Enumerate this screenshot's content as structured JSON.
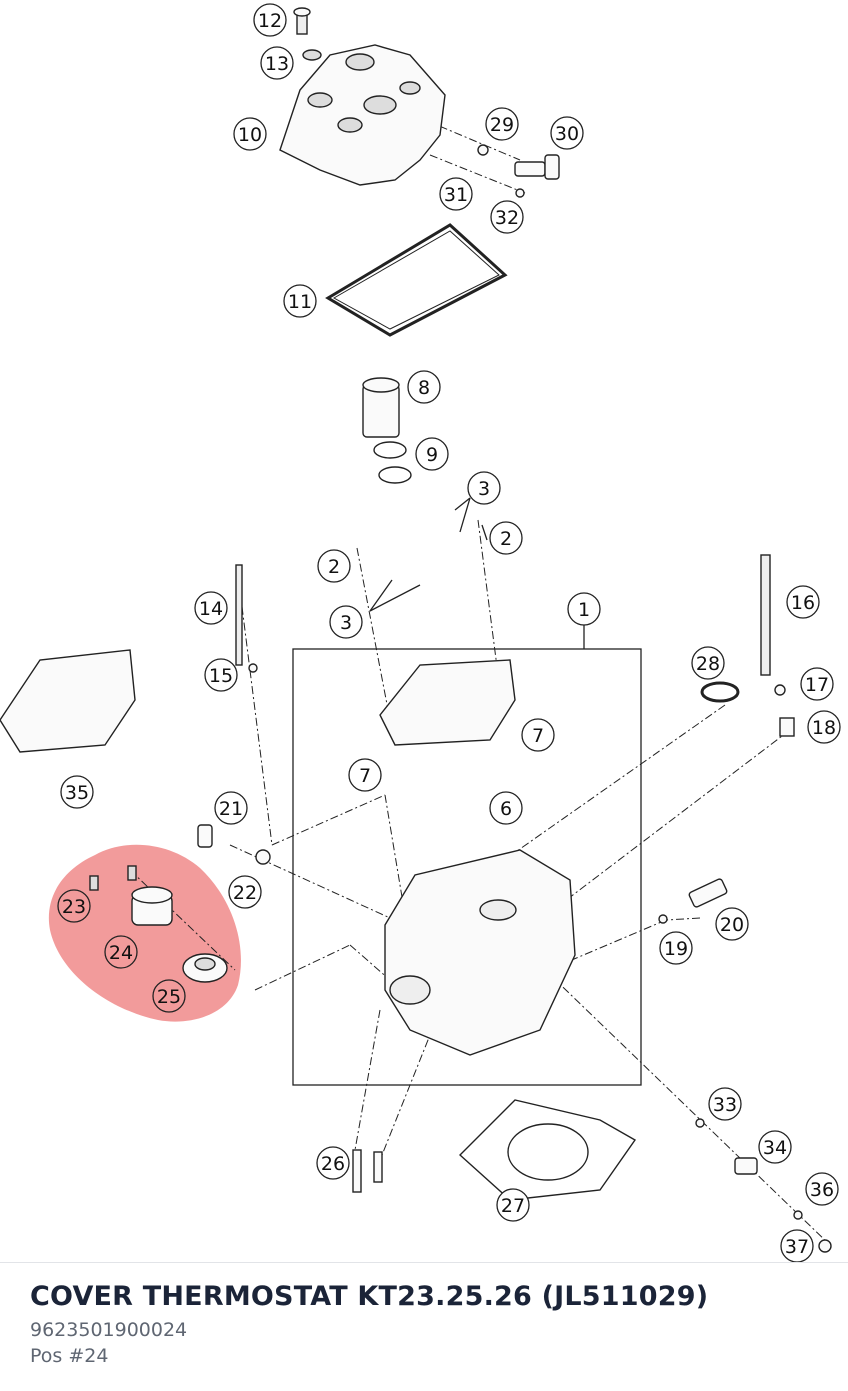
{
  "diagram": {
    "highlight_color": "#f08a8a",
    "line_color": "#222222",
    "callouts": [
      {
        "label": "1"
      },
      {
        "label": "2"
      },
      {
        "label": "2"
      },
      {
        "label": "3"
      },
      {
        "label": "3"
      },
      {
        "label": "6"
      },
      {
        "label": "7"
      },
      {
        "label": "7"
      },
      {
        "label": "8"
      },
      {
        "label": "9"
      },
      {
        "label": "10"
      },
      {
        "label": "11"
      },
      {
        "label": "12"
      },
      {
        "label": "13"
      },
      {
        "label": "14"
      },
      {
        "label": "15"
      },
      {
        "label": "16"
      },
      {
        "label": "17"
      },
      {
        "label": "18"
      },
      {
        "label": "19"
      },
      {
        "label": "20"
      },
      {
        "label": "21"
      },
      {
        "label": "22"
      },
      {
        "label": "23"
      },
      {
        "label": "24"
      },
      {
        "label": "25"
      },
      {
        "label": "26"
      },
      {
        "label": "27"
      },
      {
        "label": "28"
      },
      {
        "label": "29"
      },
      {
        "label": "30"
      },
      {
        "label": "31"
      },
      {
        "label": "32"
      },
      {
        "label": "33"
      },
      {
        "label": "34"
      },
      {
        "label": "35"
      },
      {
        "label": "36"
      },
      {
        "label": "37"
      }
    ]
  },
  "part": {
    "title": "COVER THERMOSTAT KT23.25.26 (JL511029)",
    "number": "9623501900024",
    "position": "Pos #24"
  }
}
